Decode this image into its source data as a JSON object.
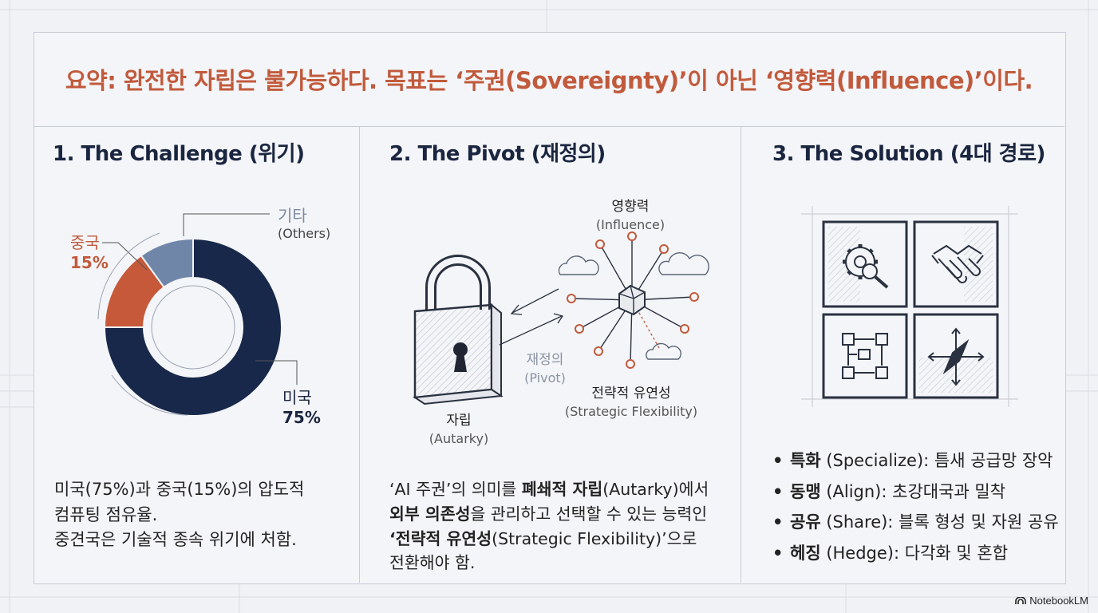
{
  "headline": "요약: 완전한 자립은 불가능하다. 목표는 ‘주권(Sovereignty)’이 아닌 ‘영향력(Influence)’이다.",
  "col1": {
    "title": "1. The Challenge (위기)",
    "note": {
      "line1": "미국(75%)과 중국(15%)의 압도적",
      "line2": "컴퓨팅 점유율.",
      "line3": "중견국은 기술적 종속 위기에 처함."
    }
  },
  "col2": {
    "title": "2. The Pivot (재정의)",
    "influence": {
      "ko": "영향력",
      "en": "(Influence)"
    },
    "pivot": {
      "ko": "재정의",
      "en": "(Pivot)"
    },
    "autarky": {
      "ko": "자립",
      "en": "(Autarky)"
    },
    "flex": {
      "ko": "전략적 유연성",
      "en": "(Strategic Flexibility)"
    },
    "note": {
      "l1a": "‘AI 주권’의 의미를 ",
      "l1b": "폐쇄적 자립",
      "l1c": "(Autarky)에서",
      "l2a": "외부 의존성",
      "l2b": "을 관리하고 선택할 수 있는 능력인",
      "l3a": "‘전략적 유연성",
      "l3b": "(Strategic Flexibility)’으로",
      "l4": "전환해야 함."
    }
  },
  "col3": {
    "title": "3. The Solution (4대 경로)",
    "bullets": [
      {
        "bold": "특화",
        "rest": " (Specialize): 틈새 공급망 장악"
      },
      {
        "bold": "동맹",
        "rest": " (Align): 초강대국과 밀착"
      },
      {
        "bold": "공유",
        "rest": " (Share): 블록 형성 및 자원 공유"
      },
      {
        "bold": "헤징",
        "rest": " (Hedge): 다각화 및 혼합"
      }
    ]
  },
  "chart_data": {
    "type": "pie",
    "title": "",
    "labels": [
      "미국",
      "중국",
      "기타"
    ],
    "label_sub": [
      "75%",
      "15%",
      "(Others)"
    ],
    "values": [
      75,
      15,
      10
    ],
    "colors": [
      "#17284a",
      "#c6593a",
      "#6f86a8"
    ],
    "donut": true
  },
  "brand": "NotebookLM",
  "colors": {
    "accent": "#c15a3c",
    "navy": "#17284a",
    "line": "#c8ccd6"
  }
}
